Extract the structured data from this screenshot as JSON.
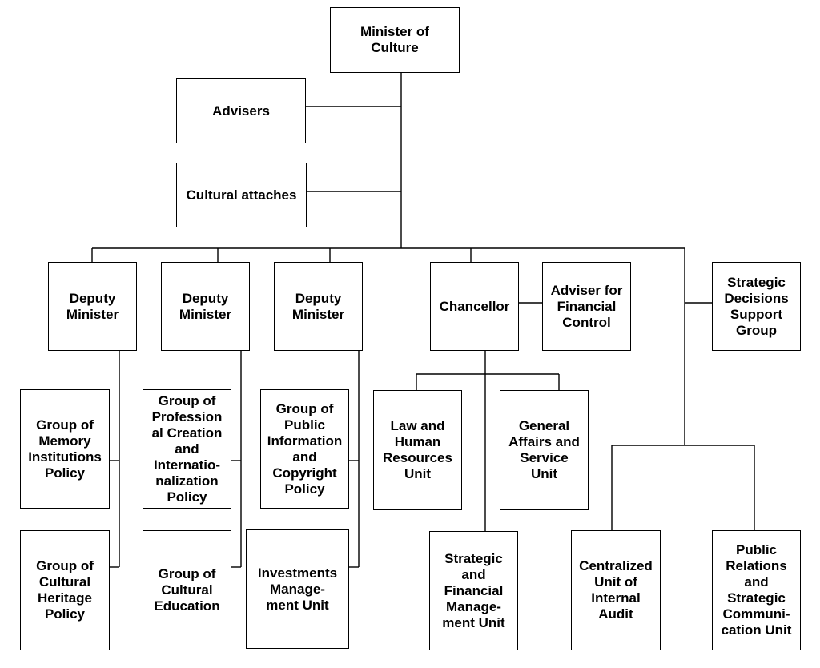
{
  "diagram": {
    "minister": "Minister of\nCulture",
    "advisers": "Advisers",
    "cultural_attaches": "Cultural attaches",
    "deputy_1": "Deputy\nMinister",
    "deputy_2": "Deputy\nMinister",
    "deputy_3": "Deputy\nMinister",
    "chancellor": "Chancellor",
    "adviser_financial_control": "Adviser for\nFinancial\nControl",
    "strategic_decisions": "Strategic\nDecisions\nSupport\nGroup",
    "memory_institutions": "Group of\nMemory\nInstitutions\nPolicy",
    "cultural_heritage": "Group of\nCultural\nHeritage\nPolicy",
    "professional_creation": "Group of\nProfession\nal Creation\nand\nInternatio-\nnalization\nPolicy",
    "cultural_education": "Group of\nCultural\nEducation",
    "public_information": "Group of\nPublic\nInformation\nand\nCopyright\nPolicy",
    "investments": "Investments\nManage-\nment Unit",
    "law_hr": "Law and\nHuman\nResources\nUnit",
    "general_affairs": "General\nAffairs and\nService\nUnit",
    "strategic_financial": "Strategic\nand\nFinancial\nManage-\nment Unit",
    "internal_audit": "Centralized\nUnit of\nInternal\nAudit",
    "public_relations": "Public\nRelations\nand\nStrategic\nCommuni-\ncation Unit"
  }
}
